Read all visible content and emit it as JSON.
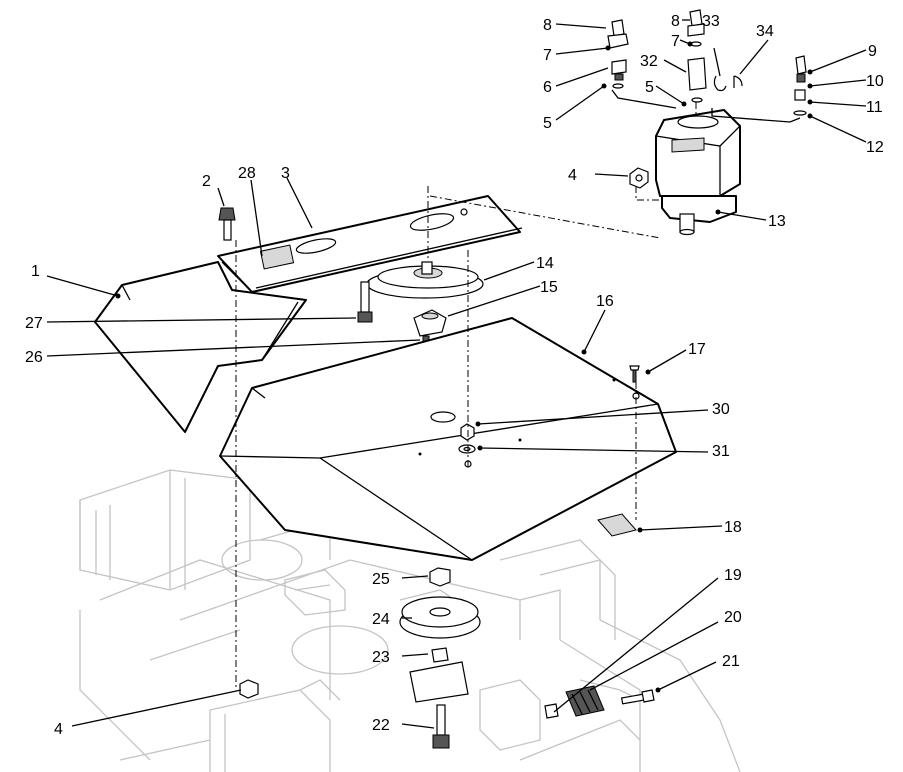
{
  "callouts": [
    {
      "id": "c1",
      "text": "1"
    },
    {
      "id": "c2",
      "text": "2"
    },
    {
      "id": "c3",
      "text": "3"
    },
    {
      "id": "c4a",
      "text": "4"
    },
    {
      "id": "c4b",
      "text": "4"
    },
    {
      "id": "c5a",
      "text": "5"
    },
    {
      "id": "c5b",
      "text": "5"
    },
    {
      "id": "c6",
      "text": "6"
    },
    {
      "id": "c7a",
      "text": "7"
    },
    {
      "id": "c7b",
      "text": "7"
    },
    {
      "id": "c8a",
      "text": "8"
    },
    {
      "id": "c8b",
      "text": "8"
    },
    {
      "id": "c9",
      "text": "9"
    },
    {
      "id": "c10",
      "text": "10"
    },
    {
      "id": "c11",
      "text": "11"
    },
    {
      "id": "c12",
      "text": "12"
    },
    {
      "id": "c13",
      "text": "13"
    },
    {
      "id": "c14",
      "text": "14"
    },
    {
      "id": "c15",
      "text": "15"
    },
    {
      "id": "c16",
      "text": "16"
    },
    {
      "id": "c17",
      "text": "17"
    },
    {
      "id": "c18",
      "text": "18"
    },
    {
      "id": "c19",
      "text": "19"
    },
    {
      "id": "c20",
      "text": "20"
    },
    {
      "id": "c21",
      "text": "21"
    },
    {
      "id": "c22",
      "text": "22"
    },
    {
      "id": "c23",
      "text": "23"
    },
    {
      "id": "c24",
      "text": "24"
    },
    {
      "id": "c25",
      "text": "25"
    },
    {
      "id": "c26",
      "text": "26"
    },
    {
      "id": "c27",
      "text": "27"
    },
    {
      "id": "c28",
      "text": "28"
    },
    {
      "id": "c30",
      "text": "30"
    },
    {
      "id": "c31",
      "text": "31"
    },
    {
      "id": "c32",
      "text": "32"
    },
    {
      "id": "c33",
      "text": "33"
    },
    {
      "id": "c34",
      "text": "34"
    }
  ]
}
